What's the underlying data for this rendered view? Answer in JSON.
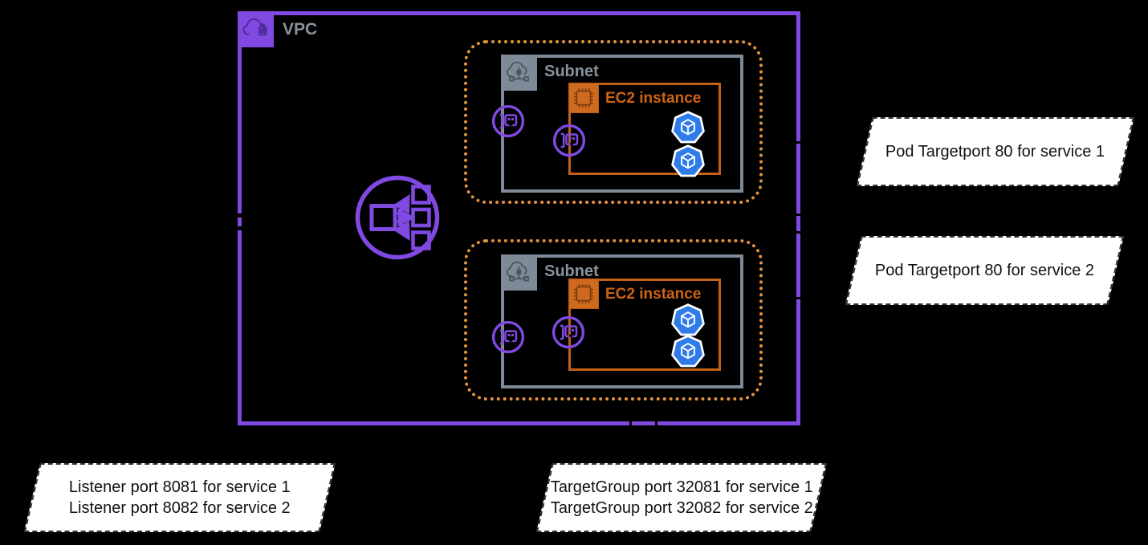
{
  "vpc": {
    "label": "VPC"
  },
  "groups": [
    {
      "subnet_label": "Subnet",
      "ec2_label": "EC2 instance"
    },
    {
      "subnet_label": "Subnet",
      "ec2_label": "EC2 instance"
    }
  ],
  "annotations": {
    "pod_service_1": "Pod Targetport 80 for service 1",
    "pod_service_2": "Pod Targetport 80 for service 2",
    "listener": {
      "line1": "Listener port 8081 for service 1",
      "line2": "Listener port 8082 for service 2"
    },
    "target_group": {
      "line1": "TargetGroup port 32081 for service 1",
      "line2": "TargetGroup port 32082 for service 2"
    }
  },
  "icons": {
    "vpc": "cloud-lock-icon",
    "subnet": "cloud-network-icon",
    "ec2": "chip-icon",
    "pod": "kubernetes-pod-icon",
    "port": "network-port-icon",
    "load_balancer": "load-balancer-icon"
  },
  "colors": {
    "vpc_border": "#8049E2",
    "subnet_border": "#7E8A97",
    "ec2_border": "#C3601A",
    "target_group_dotted": "#E6923E",
    "pod_blue": "#2F7CE8",
    "label_gray": "#8A939B",
    "ec2_label_orange": "#CE6313",
    "note_background": "#FFFFFF",
    "background": "#000000"
  }
}
